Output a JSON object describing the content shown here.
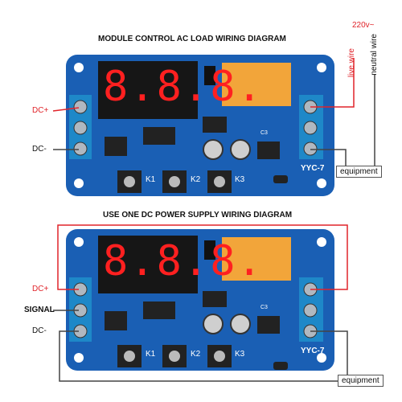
{
  "diagram_top": {
    "title": "MODULE CONTROL AC LOAD WIRING DIAGRAM",
    "label_dc_plus": "DC+",
    "label_dc_minus": "DC-",
    "label_voltage": "220v~",
    "label_live": "live wire",
    "label_neutral": "neutral wire",
    "label_equipment": "equipment",
    "display_digits": "8.8.8.",
    "keys": [
      "K1",
      "K2",
      "K3"
    ],
    "model": "YYC-7",
    "cap_label": "C3"
  },
  "diagram_bottom": {
    "title": "USE ONE DC POWER SUPPLY WIRING DIAGRAM",
    "label_dc_plus": "DC+",
    "label_signal": "SIGNAL",
    "label_dc_minus": "DC-",
    "label_equipment": "equipment",
    "display_digits": "8.8.8.",
    "keys": [
      "K1",
      "K2",
      "K3"
    ],
    "model": "YYC-7",
    "cap_label": "C3"
  },
  "colors": {
    "pcb": "#1a5fb4",
    "terminal": "#1e88c8",
    "relay": "#f2a53a",
    "wire_red": "#e0242a",
    "wire_dark": "#444444"
  }
}
